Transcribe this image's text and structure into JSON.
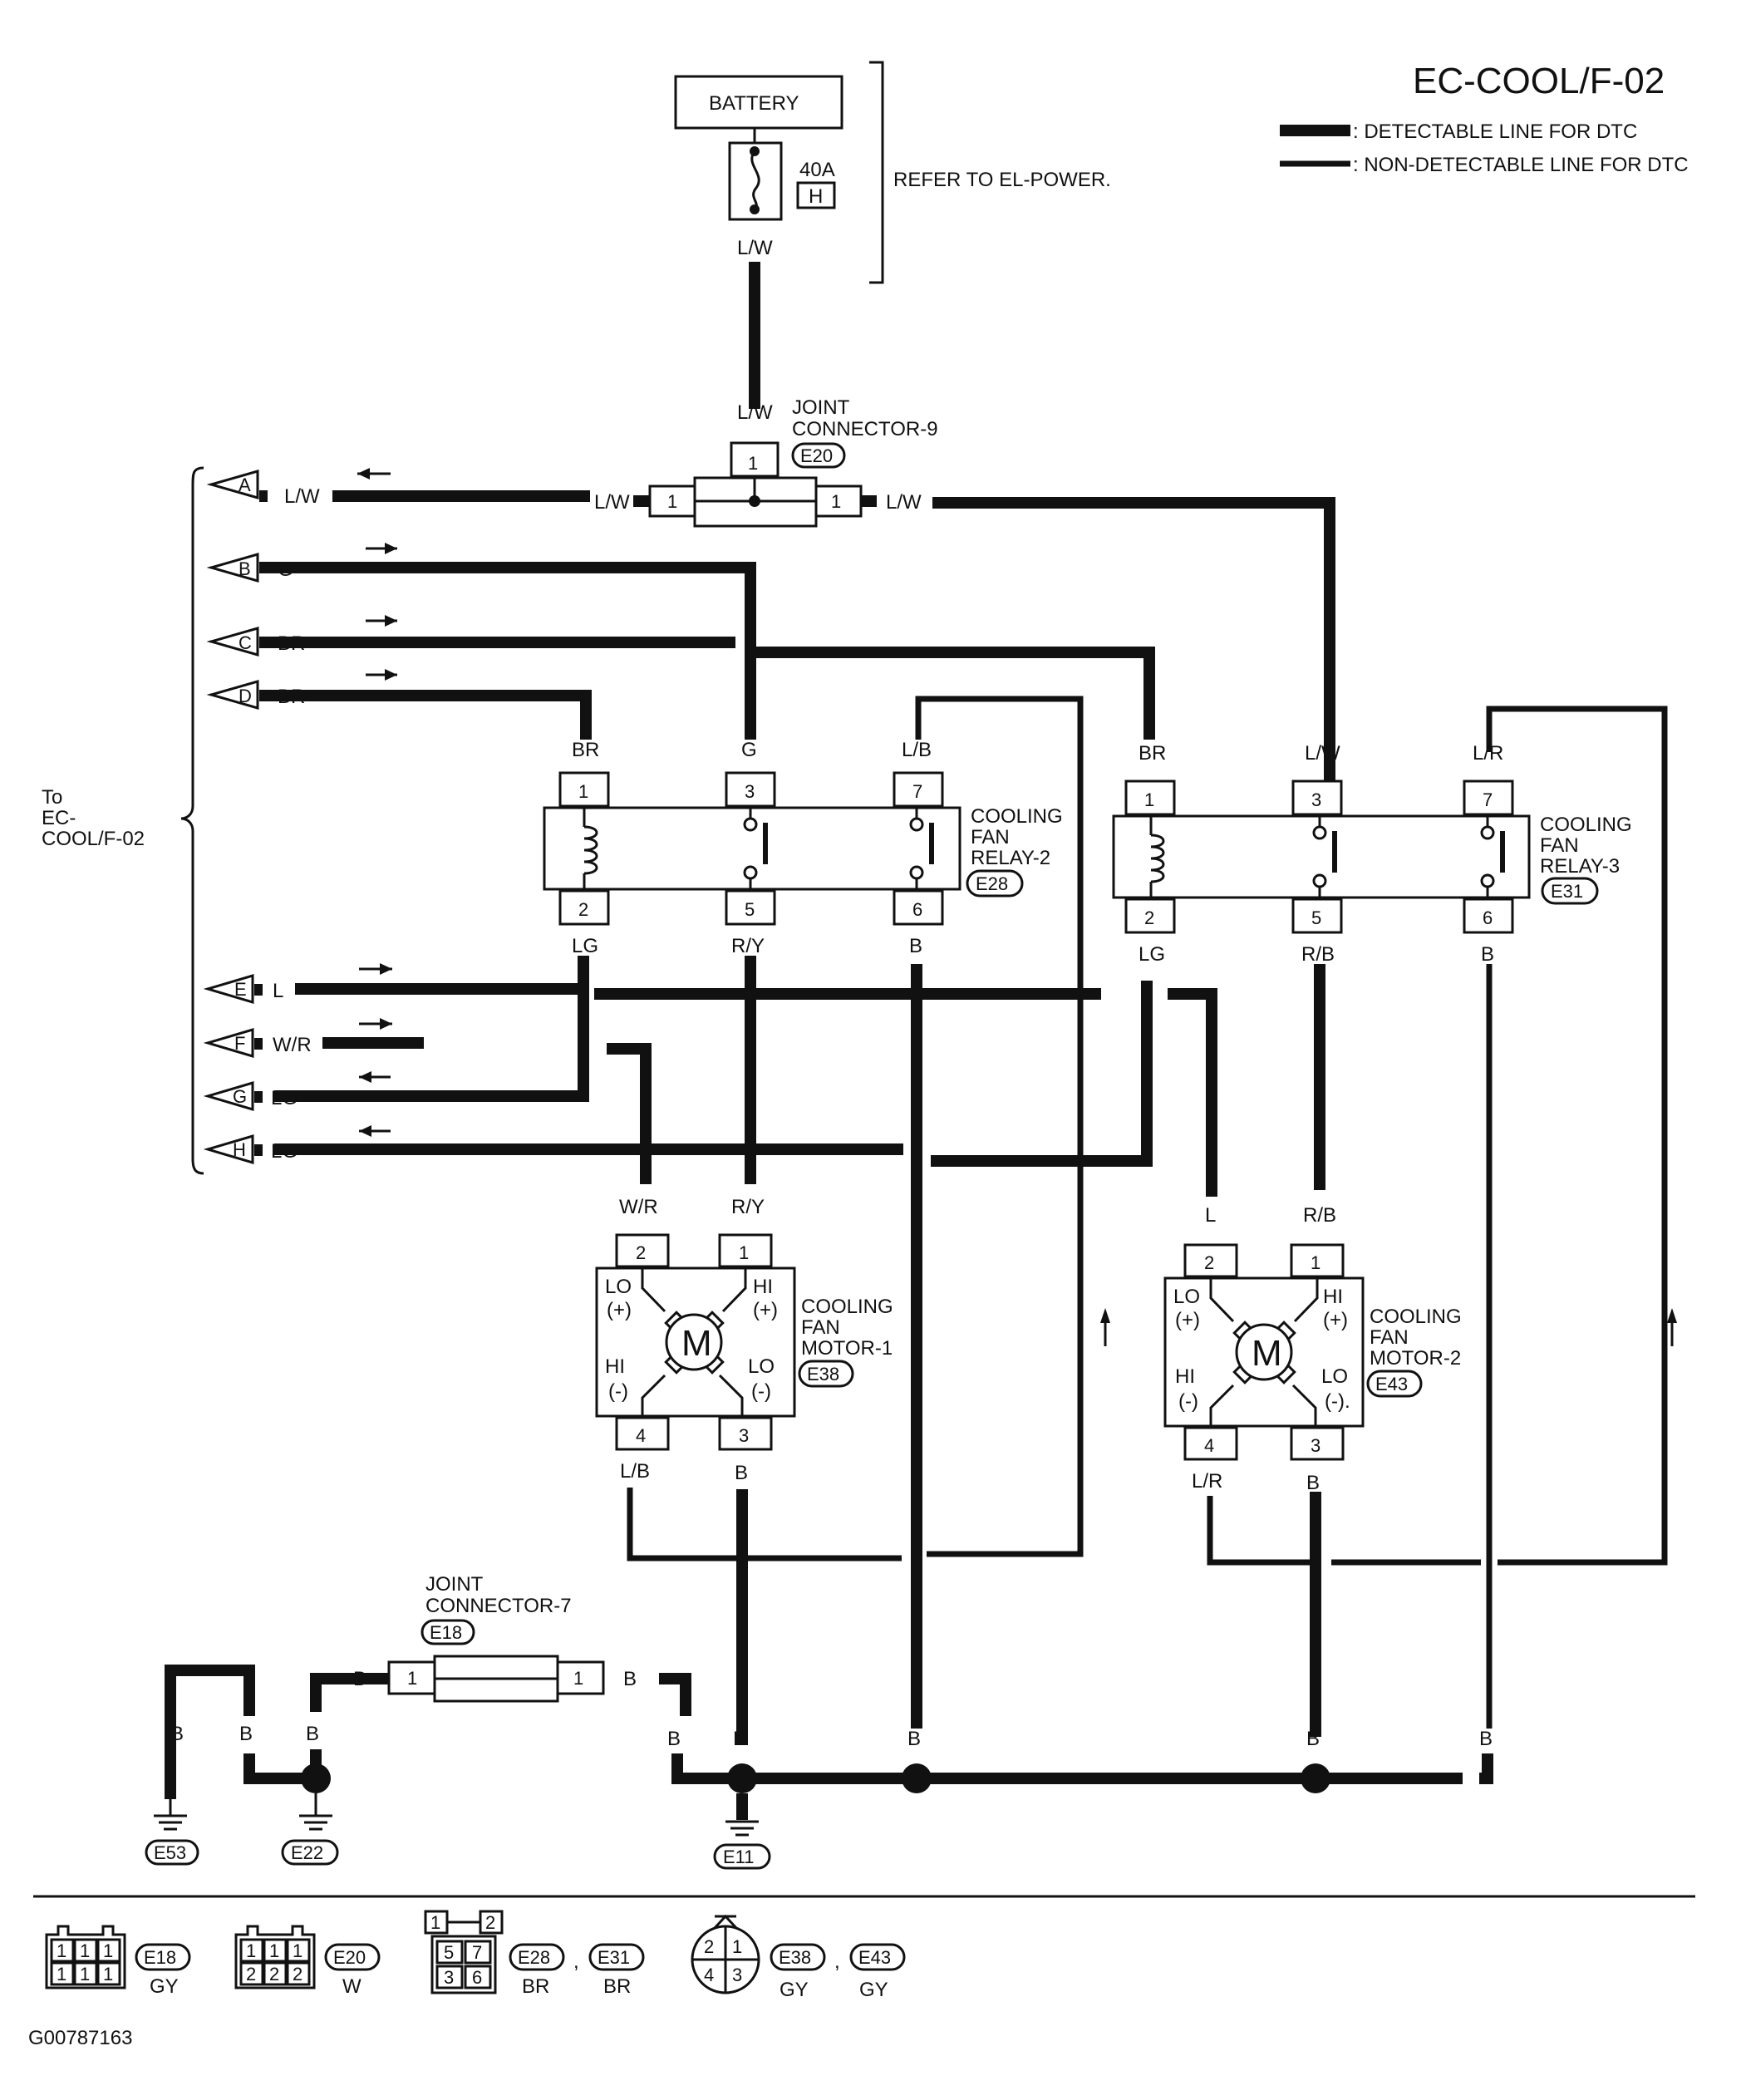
{
  "title": "EC-COOL/F-02",
  "legend": {
    "detectable": ": DETECTABLE LINE FOR DTC",
    "non_detectable": ": NON-DETECTABLE LINE FOR DTC"
  },
  "battery": {
    "label": "BATTERY",
    "fuse_rating": "40A",
    "fuse_code": "H",
    "refer": "REFER TO EL-POWER."
  },
  "to_block": {
    "line1": "To",
    "line2": "EC-",
    "line3": "COOL/F-02"
  },
  "connectors_out": [
    {
      "letter": "A",
      "wire": "L/W"
    },
    {
      "letter": "B",
      "wire": "G"
    },
    {
      "letter": "C",
      "wire": "BR"
    },
    {
      "letter": "D",
      "wire": "BR"
    },
    {
      "letter": "E",
      "wire": "L"
    },
    {
      "letter": "F",
      "wire": "W/R"
    },
    {
      "letter": "G",
      "wire": "LG"
    },
    {
      "letter": "H",
      "wire": "LG"
    }
  ],
  "joint9": {
    "line1": "JOINT",
    "line2": "CONNECTOR-9",
    "code": "E20",
    "pin_top": "1",
    "pin_left": "1",
    "pin_right": "1"
  },
  "joint7": {
    "line1": "JOINT",
    "line2": "CONNECTOR-7",
    "code": "E18",
    "pin_left": "1",
    "pin_right": "1"
  },
  "relay2": {
    "line1": "COOLING",
    "line2": "FAN",
    "line3": "RELAY-2",
    "code": "E28",
    "pins": [
      "1",
      "3",
      "7",
      "2",
      "5",
      "6"
    ],
    "wires": [
      "BR",
      "G",
      "L/B",
      "LG",
      "R/Y",
      "B"
    ]
  },
  "relay3": {
    "line1": "COOLING",
    "line2": "FAN",
    "line3": "RELAY-3",
    "code": "E31",
    "pins": [
      "1",
      "3",
      "7",
      "2",
      "5",
      "6"
    ],
    "wires": [
      "BR",
      "L/W",
      "L/R",
      "LG",
      "R/B",
      "B"
    ]
  },
  "motor1": {
    "line1": "COOLING",
    "line2": "FAN",
    "line3": "MOTOR-1",
    "code": "E38",
    "pins": [
      "2",
      "1",
      "4",
      "3"
    ],
    "wires": [
      "W/R",
      "R/Y",
      "L/B",
      "B"
    ],
    "symbol": "M"
  },
  "motor2": {
    "line1": "COOLING",
    "line2": "FAN",
    "line3": "MOTOR-2",
    "code": "E43",
    "pins": [
      "2",
      "1",
      "4",
      "3"
    ],
    "wires": [
      "L",
      "R/B",
      "L/R",
      "B"
    ],
    "symbol": "M"
  },
  "motor_terms": {
    "lo": "LO",
    "hi": "HI",
    "plus": "(+)",
    "minus": "(-)",
    "minus_dot": "(-)."
  },
  "wire_labels": {
    "lw": "L/W",
    "b": "B"
  },
  "grounds": [
    "E53",
    "E22",
    "E11"
  ],
  "connector_views": [
    {
      "codes": [
        "E18"
      ],
      "colors": [
        "GY"
      ],
      "cells": [
        "1",
        "1",
        "1",
        "1",
        "1",
        "1"
      ]
    },
    {
      "codes": [
        "E20"
      ],
      "colors": [
        "W"
      ],
      "cells": [
        "1",
        "1",
        "1",
        "2",
        "2",
        "2"
      ]
    },
    {
      "codes": [
        "E28",
        "E31"
      ],
      "colors": [
        "BR",
        "BR"
      ],
      "cells": [
        "1",
        "2",
        "5",
        "7",
        "3",
        "6"
      ]
    },
    {
      "codes": [
        "E38",
        "E43"
      ],
      "colors": [
        "GY",
        "GY"
      ],
      "cells": [
        "2",
        "1",
        "4",
        "3"
      ]
    }
  ],
  "separator_comma": ",",
  "figure_id": "G00787163"
}
